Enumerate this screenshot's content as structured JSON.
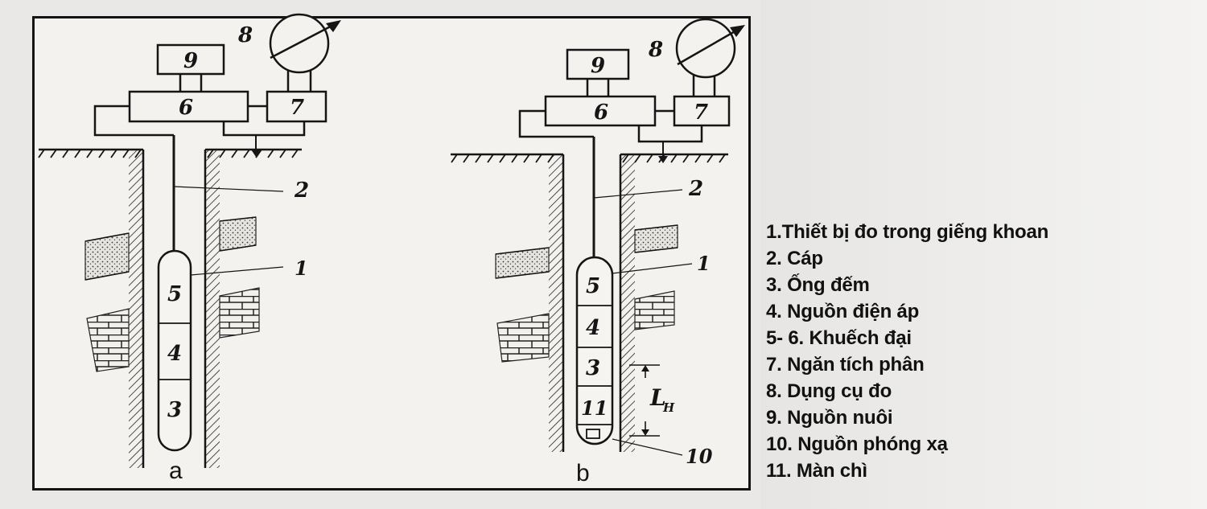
{
  "figure": {
    "panels": [
      {
        "caption": "a",
        "numbers": {
          "n9": "9",
          "n8": "8",
          "n6": "6",
          "n7": "7",
          "n2": "2",
          "n1": "1",
          "n5": "5",
          "n4": "4",
          "n3": "3"
        }
      },
      {
        "caption": "b",
        "numbers": {
          "n9": "9",
          "n8": "8",
          "n6": "6",
          "n7": "7",
          "n2": "2",
          "n1": "1",
          "n5": "5",
          "n4": "4",
          "n3": "3",
          "n11": "11",
          "n10": "10",
          "lh": "L",
          "lh_sub": "H"
        }
      }
    ]
  },
  "legend": {
    "items": [
      "1.Thiết bị đo trong giếng khoan",
      "2. Cáp",
      "3. Ống đếm",
      "4. Nguồn điện áp",
      "5- 6. Khuếch đại",
      "7. Ngăn tích phân",
      "8. Dụng cụ đo",
      "9. Nguồn nuôi",
      "10. Nguồn phóng xạ",
      "11. Màn chì"
    ]
  }
}
